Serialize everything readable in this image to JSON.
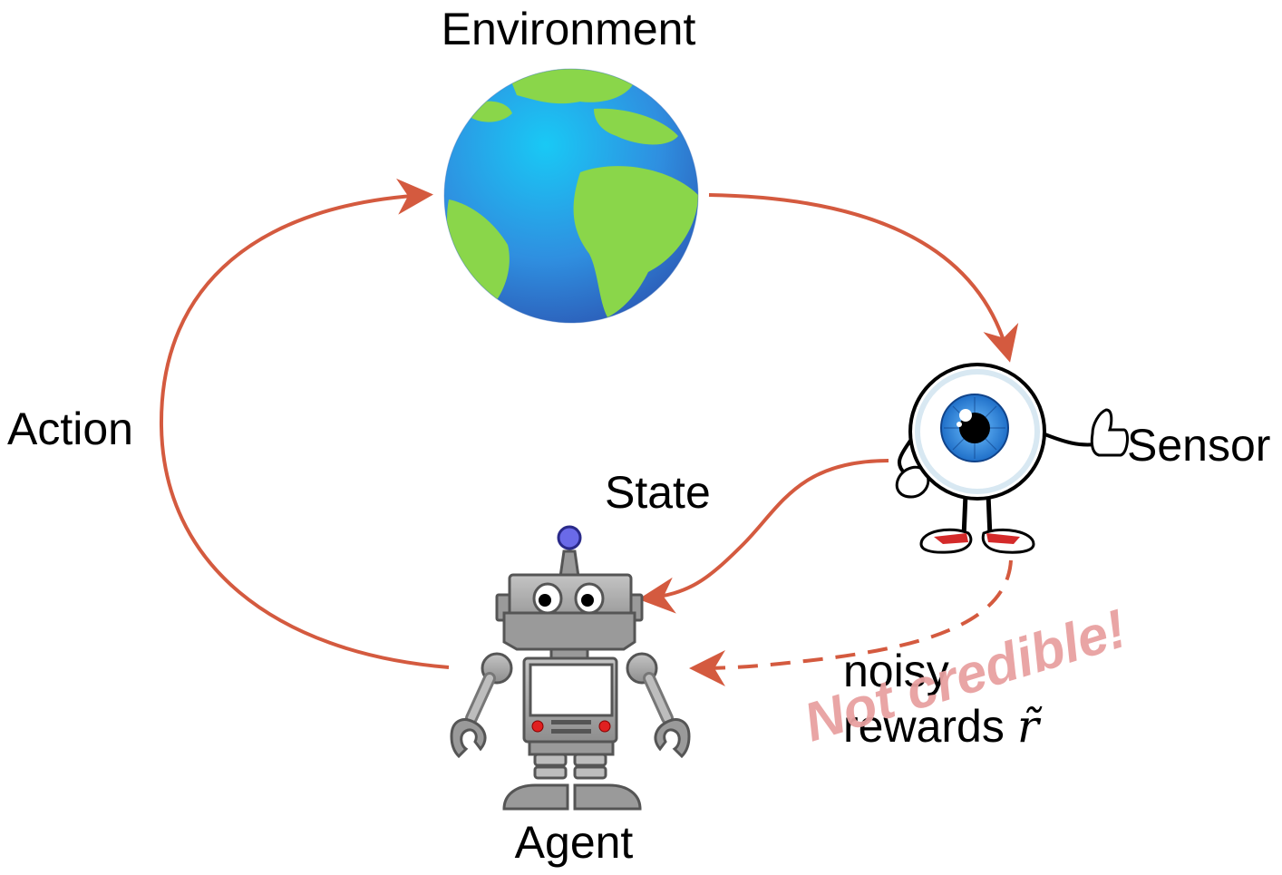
{
  "labels": {
    "environment": "Environment",
    "action": "Action",
    "state": "State",
    "sensor": "Sensor",
    "agent": "Agent",
    "noisy": "noisy",
    "rewards": "rewards",
    "reward_symbol": "r̃"
  },
  "stamp": {
    "text": "Not credible!"
  },
  "colors": {
    "arrow": "#d45a3f",
    "stamp": "#e8a0a0",
    "ocean": "#2f8fe0",
    "land": "#8ad64a",
    "robot_body": "#a8a8a8",
    "iris": "#2e8de0",
    "antenna_ball": "#6a6ae8",
    "robot_lights": "#e02020"
  },
  "icons": {
    "environment": "globe-icon",
    "sensor": "eyeball-character-icon",
    "agent": "robot-icon"
  }
}
